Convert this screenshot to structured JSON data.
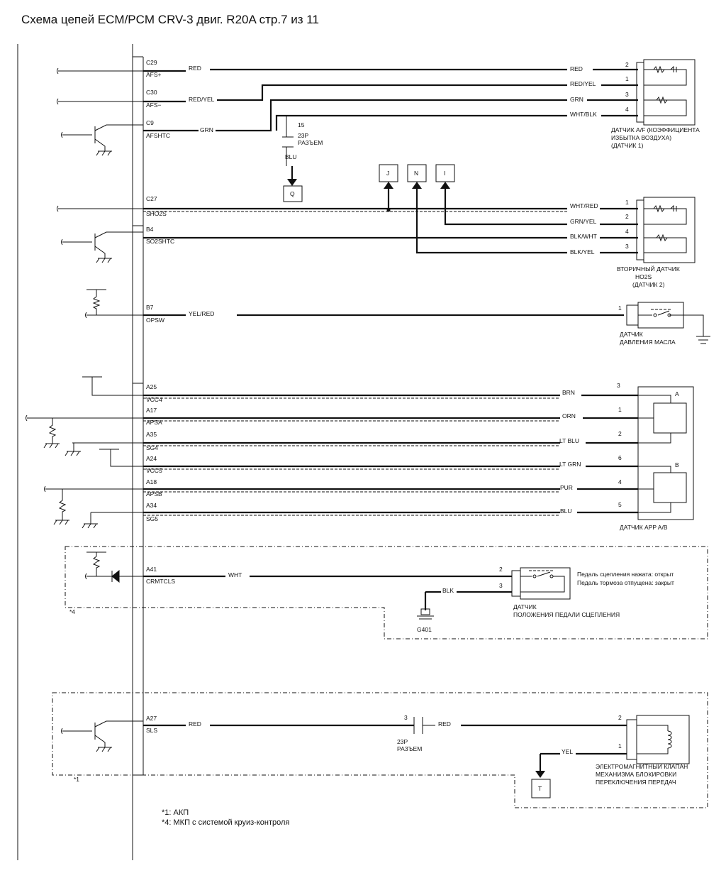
{
  "title": "Схема цепей ECM/PCM CRV-3 двиг. R20A  стр.7 из 11",
  "ecm_pins": {
    "c29": {
      "code": "C29",
      "name": "AFS+"
    },
    "c30": {
      "code": "C30",
      "name": "AFS−"
    },
    "c9": {
      "code": "C9",
      "name": "AFSHTC"
    },
    "c27": {
      "code": "C27",
      "name": "SHO2S"
    },
    "b4": {
      "code": "B4",
      "name": "SO2SHTC"
    },
    "b7": {
      "code": "B7",
      "name": "OPSW"
    },
    "a25": {
      "code": "A25",
      "name": "VCC4"
    },
    "a17": {
      "code": "A17",
      "name": "APSA"
    },
    "a35": {
      "code": "A35",
      "name": "SG4"
    },
    "a24": {
      "code": "A24",
      "name": "VCC5"
    },
    "a18": {
      "code": "A18",
      "name": "APSB"
    },
    "a34": {
      "code": "A34",
      "name": "SG5"
    },
    "a41": {
      "code": "A41",
      "name": "CRMTCLS"
    },
    "a27": {
      "code": "A27",
      "name": "SLS"
    }
  },
  "wires": {
    "red": "RED",
    "red_yel": "RED/YEL",
    "grn": "GRN",
    "wht_blk": "WHT/BLK",
    "blu": "BLU",
    "wht_red": "WHT/RED",
    "grn_yel": "GRN/YEL",
    "blk_wht": "BLK/WHT",
    "blk_yel": "BLK/YEL",
    "yel_red": "YEL/RED",
    "brn": "BRN",
    "orn": "ORN",
    "lt_blu": "LT BLU",
    "lt_grn": "LT GRN",
    "pur": "PUR",
    "wht": "WHT",
    "blk": "BLK",
    "yel": "YEL"
  },
  "connector_pins": {
    "af": [
      "2",
      "1",
      "3",
      "4"
    ],
    "ho2s": [
      "1",
      "2",
      "4",
      "3"
    ],
    "opsw": "1",
    "app": [
      "3",
      "1",
      "2",
      "6",
      "4",
      "5"
    ],
    "clutch": [
      "2",
      "3"
    ],
    "sls": [
      "2",
      "1"
    ],
    "conn23_top": "15",
    "conn23_bottom": "3"
  },
  "connectors": {
    "conn23": [
      "23P",
      "РАЗЪЕМ"
    ]
  },
  "refs": {
    "q": "Q",
    "j": "J",
    "n": "N",
    "i": "I",
    "t": "T"
  },
  "components": {
    "af_sensor": [
      "ДАТЧИК A/F (КОЭФФИЦИЕНТА",
      "ИЗБЫТКА ВОЗДУХА)",
      "(ДАТЧИК 1)"
    ],
    "ho2s": [
      "ВТОРИЧНЫЙ ДАТЧИК",
      "HO2S",
      "(ДАТЧИК 2)"
    ],
    "oil_pressure": [
      "ДАТЧИК",
      "ДАВЛЕНИЯ МАСЛА"
    ],
    "app": "ДАТЧИК APP A/B",
    "app_a": "A",
    "app_b": "B",
    "clutch_switch": [
      "ДАТЧИК",
      "ПОЛОЖЕНИЯ ПЕДАЛИ СЦЕПЛЕНИЯ"
    ],
    "clutch_notes": [
      "Педаль сцепления нажата: открыт",
      "Педаль тормоза отпущена: закрыт"
    ],
    "ground": "G401",
    "sls_valve": [
      "ЭЛЕКТРОМАГНИТНЫЙ КЛАПАН",
      "МЕХАНИЗМА БЛОКИРОВКИ",
      "ПЕРЕКЛЮЧЕНИЯ ПЕРЕДАЧ"
    ]
  },
  "box_marks": {
    "mt": "*4",
    "at": "*1"
  },
  "footnotes": [
    "*1: АКП",
    "*4: МКП с системой круиз-контроля"
  ]
}
